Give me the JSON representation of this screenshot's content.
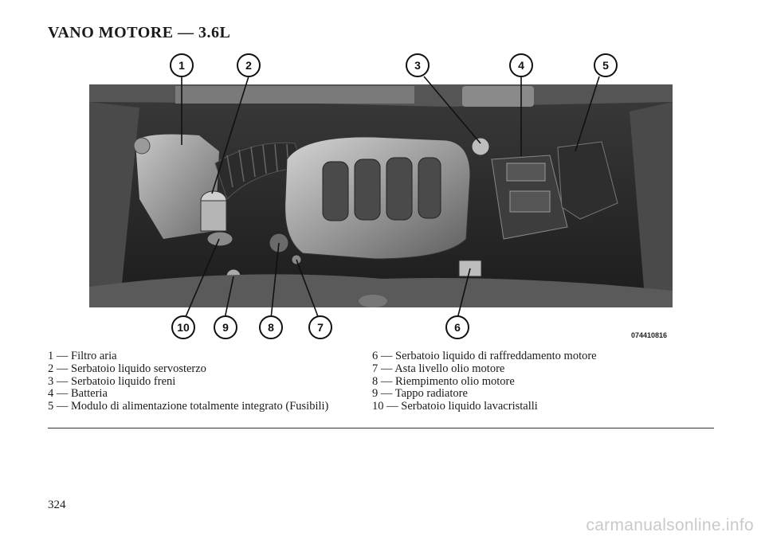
{
  "page_title": "VANO MOTORE — 3.6L",
  "figure": {
    "code": "074410816",
    "callouts_top": [
      "1",
      "2",
      "3",
      "4",
      "5"
    ],
    "callouts_bottom": [
      "10",
      "9",
      "8",
      "7",
      "6"
    ]
  },
  "legend_left": [
    "1 — Filtro aria",
    "2 — Serbatoio liquido servosterzo",
    "3 — Serbatoio liquido freni",
    "4 — Batteria",
    "5 — Modulo di alimentazione totalmente integrato (Fusibili)"
  ],
  "legend_right": [
    "6 — Serbatoio liquido di raffreddamento motore",
    "7 — Asta livello olio motore",
    "8 — Riempimento olio motore",
    "9 — Tappo radiatore",
    "10 — Serbatoio liquido lavacristalli"
  ],
  "page_number": "324",
  "watermark": "carmanualsonline.info"
}
